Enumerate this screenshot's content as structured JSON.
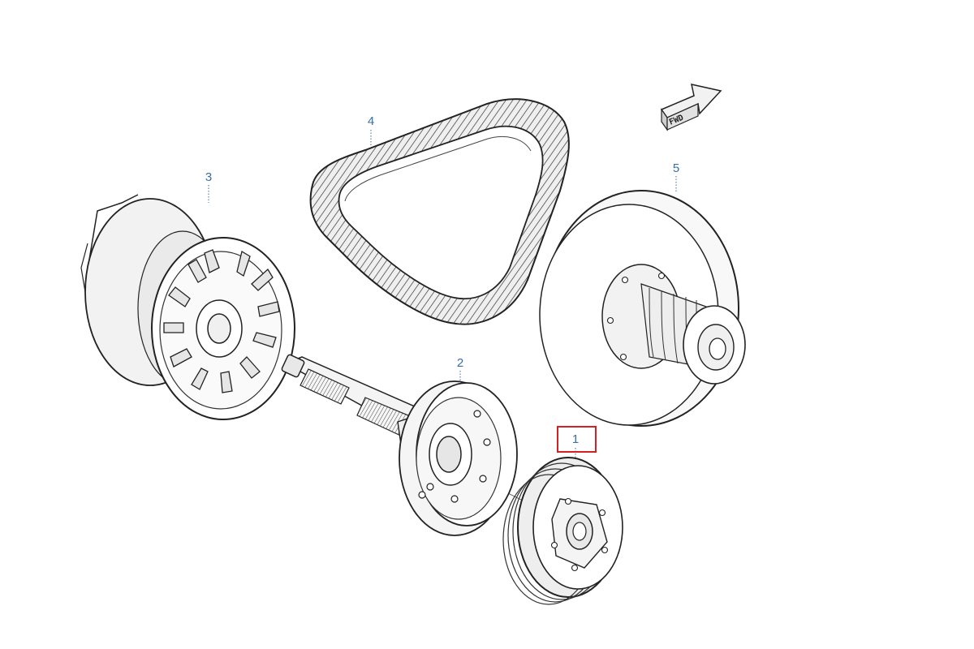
{
  "callouts": [
    {
      "id": "1",
      "label": "1",
      "part": "clutch"
    },
    {
      "id": "2",
      "label": "2",
      "part": "clutch-drum-shaft"
    },
    {
      "id": "3",
      "label": "3",
      "part": "drive-pulley"
    },
    {
      "id": "4",
      "label": "4",
      "part": "drive-belt"
    },
    {
      "id": "5",
      "label": "5",
      "part": "driven-pulley"
    }
  ],
  "direction_indicator": {
    "label": "FWD"
  },
  "highlighted_callout": "1",
  "colors": {
    "callout": "#3a6fa0",
    "highlight": "#d42020",
    "line": "#222222",
    "fill": "#f4f4f4"
  }
}
